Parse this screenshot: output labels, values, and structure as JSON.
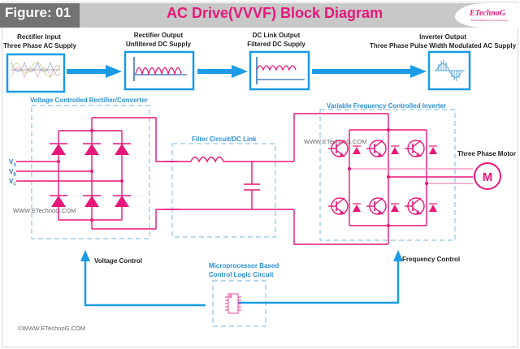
{
  "header": {
    "figure_label": "Figure: 01",
    "title": "AC Drive(VVVF) Block Diagram",
    "logo": "ETechnoG",
    "logo_subtitle": "Electrical,Electronic & Technology"
  },
  "stages": [
    {
      "line1": "Rectifier Input",
      "line2": "Three Phase AC Supply",
      "icon": "three-phase-sine-waveform"
    },
    {
      "line1": "Rectifier Output",
      "line2": "Unfiltered DC Supply",
      "icon": "rectified-ripple-waveform"
    },
    {
      "line1": "DC Link Output",
      "line2": "Filtered DC Supply",
      "icon": "filtered-dc-waveform"
    },
    {
      "line1": "Inverter Output",
      "line2": "Three Phase Pulse Width Modulated AC Supply",
      "icon": "pwm-waveform"
    }
  ],
  "blocks": {
    "rectifier": "Voltage Controlled Rectifier/Converter",
    "filter": "Filter Circuit/DC Link",
    "inverter": "Variable Frequency Controlled Inverter",
    "controller_line1": "Microprocessor Based",
    "controller_line2": "Control Logic Circuit"
  },
  "inputs": [
    {
      "label": "V",
      "sub": "A"
    },
    {
      "label": "V",
      "sub": "B"
    },
    {
      "label": "V",
      "sub": "C"
    }
  ],
  "motor": {
    "label": "Three Phase Motor",
    "symbol": "M"
  },
  "control_labels": {
    "voltage": "Voltage Control",
    "frequency": "Frequency Control"
  },
  "watermarks": {
    "rectifier": "WWW.ETechnoG.COM",
    "inverter": "WWW.ETechnoG.COM",
    "footer": "©WWW.ETechnoG.COM"
  },
  "colors": {
    "accent_pink": "#e8177a",
    "arrow_blue": "#1a9be6",
    "dashed_blue": "#8ec3ea",
    "label_blue": "#2b8fd6"
  }
}
